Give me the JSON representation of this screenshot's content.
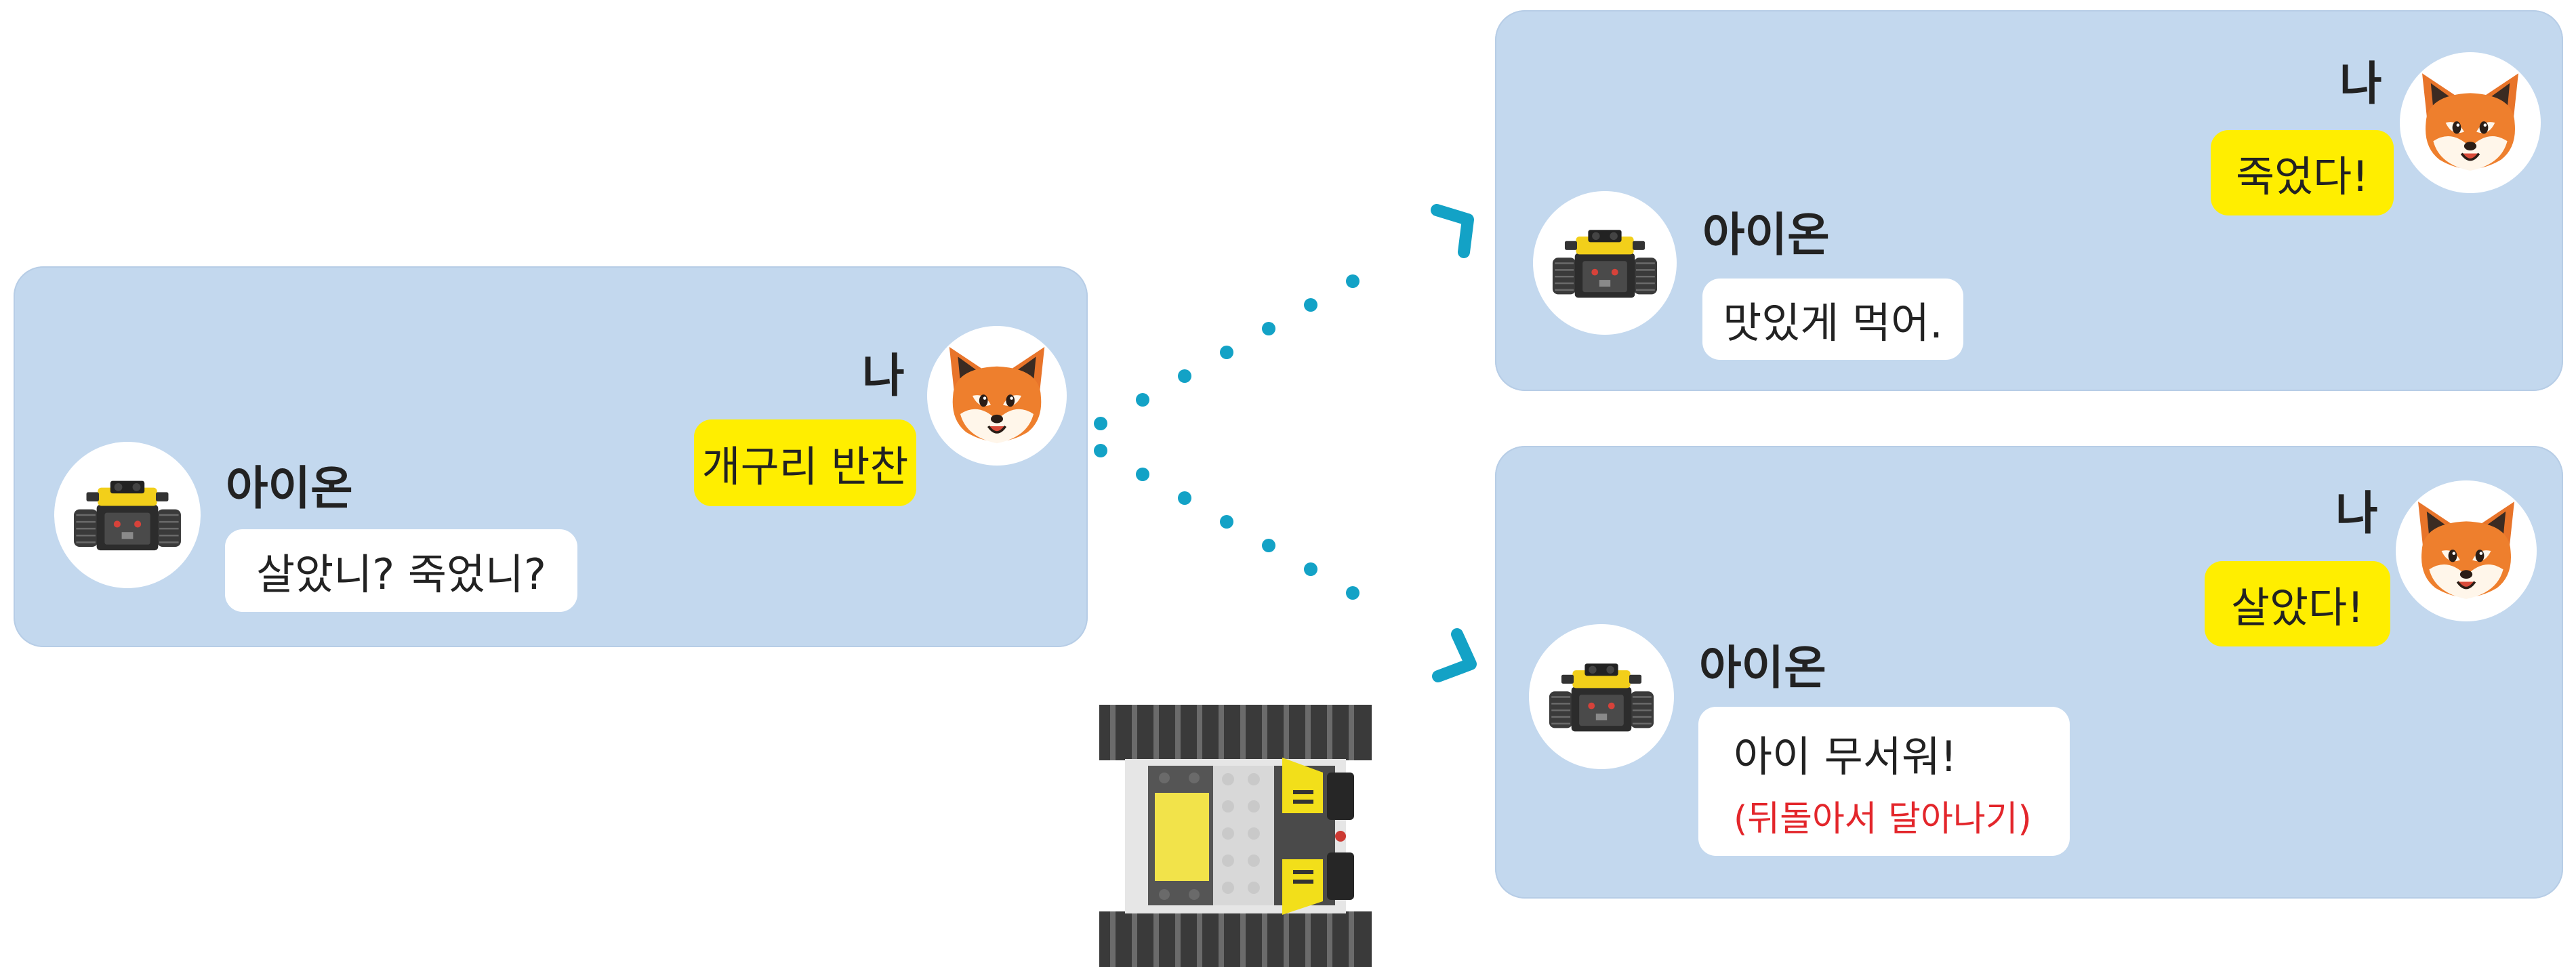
{
  "colors": {
    "panel_bg": "#c3d8ee",
    "bubble_yellow": "#ffee00",
    "bubble_white": "#ffffff",
    "arrow": "#13a2c6",
    "note_red": "#e3262b"
  },
  "icons": {
    "fox": "fox-face-icon",
    "robot": "tank-robot-icon",
    "arrow": "dotted-arrow-icon"
  },
  "left_panel": {
    "me_name": "나",
    "me_message": "개구리 반찬",
    "robot_name": "아이온",
    "robot_message": "살았니? 죽었니?"
  },
  "top_right_panel": {
    "me_name": "나",
    "me_message": "죽었다!",
    "robot_name": "아이온",
    "robot_message": "맛있게 먹어."
  },
  "bottom_right_panel": {
    "me_name": "나",
    "me_message": "살았다!",
    "robot_name": "아이온",
    "robot_message": "아이 무서워!",
    "robot_note": "(뒤돌아서 달아나기)"
  }
}
